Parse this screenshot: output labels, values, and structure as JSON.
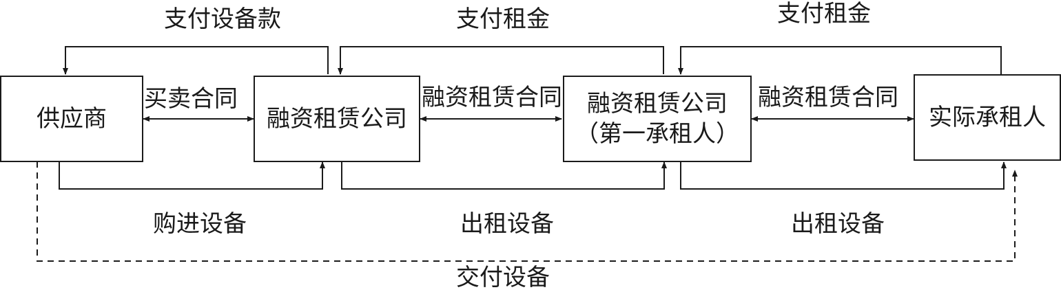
{
  "nodes": {
    "supplier": "供应商",
    "lessor": "融资租赁公司",
    "first_lessee_line1": "融资租赁公司",
    "first_lessee_line2": "（第一承租人）",
    "actual_lessee": "实际承租人"
  },
  "labels": {
    "pay_equipment": "支付设备款",
    "pay_rent_1": "支付租金",
    "pay_rent_2": "支付租金",
    "sales_contract": "买卖合同",
    "lease_contract_1": "融资租赁合同",
    "lease_contract_2": "融资租赁合同",
    "buy_equipment": "购进设备",
    "lease_equipment_1": "出租设备",
    "lease_equipment_2": "出租设备",
    "deliver_equipment": "交付设备"
  },
  "colors": {
    "stroke": "#1a1a1a"
  }
}
